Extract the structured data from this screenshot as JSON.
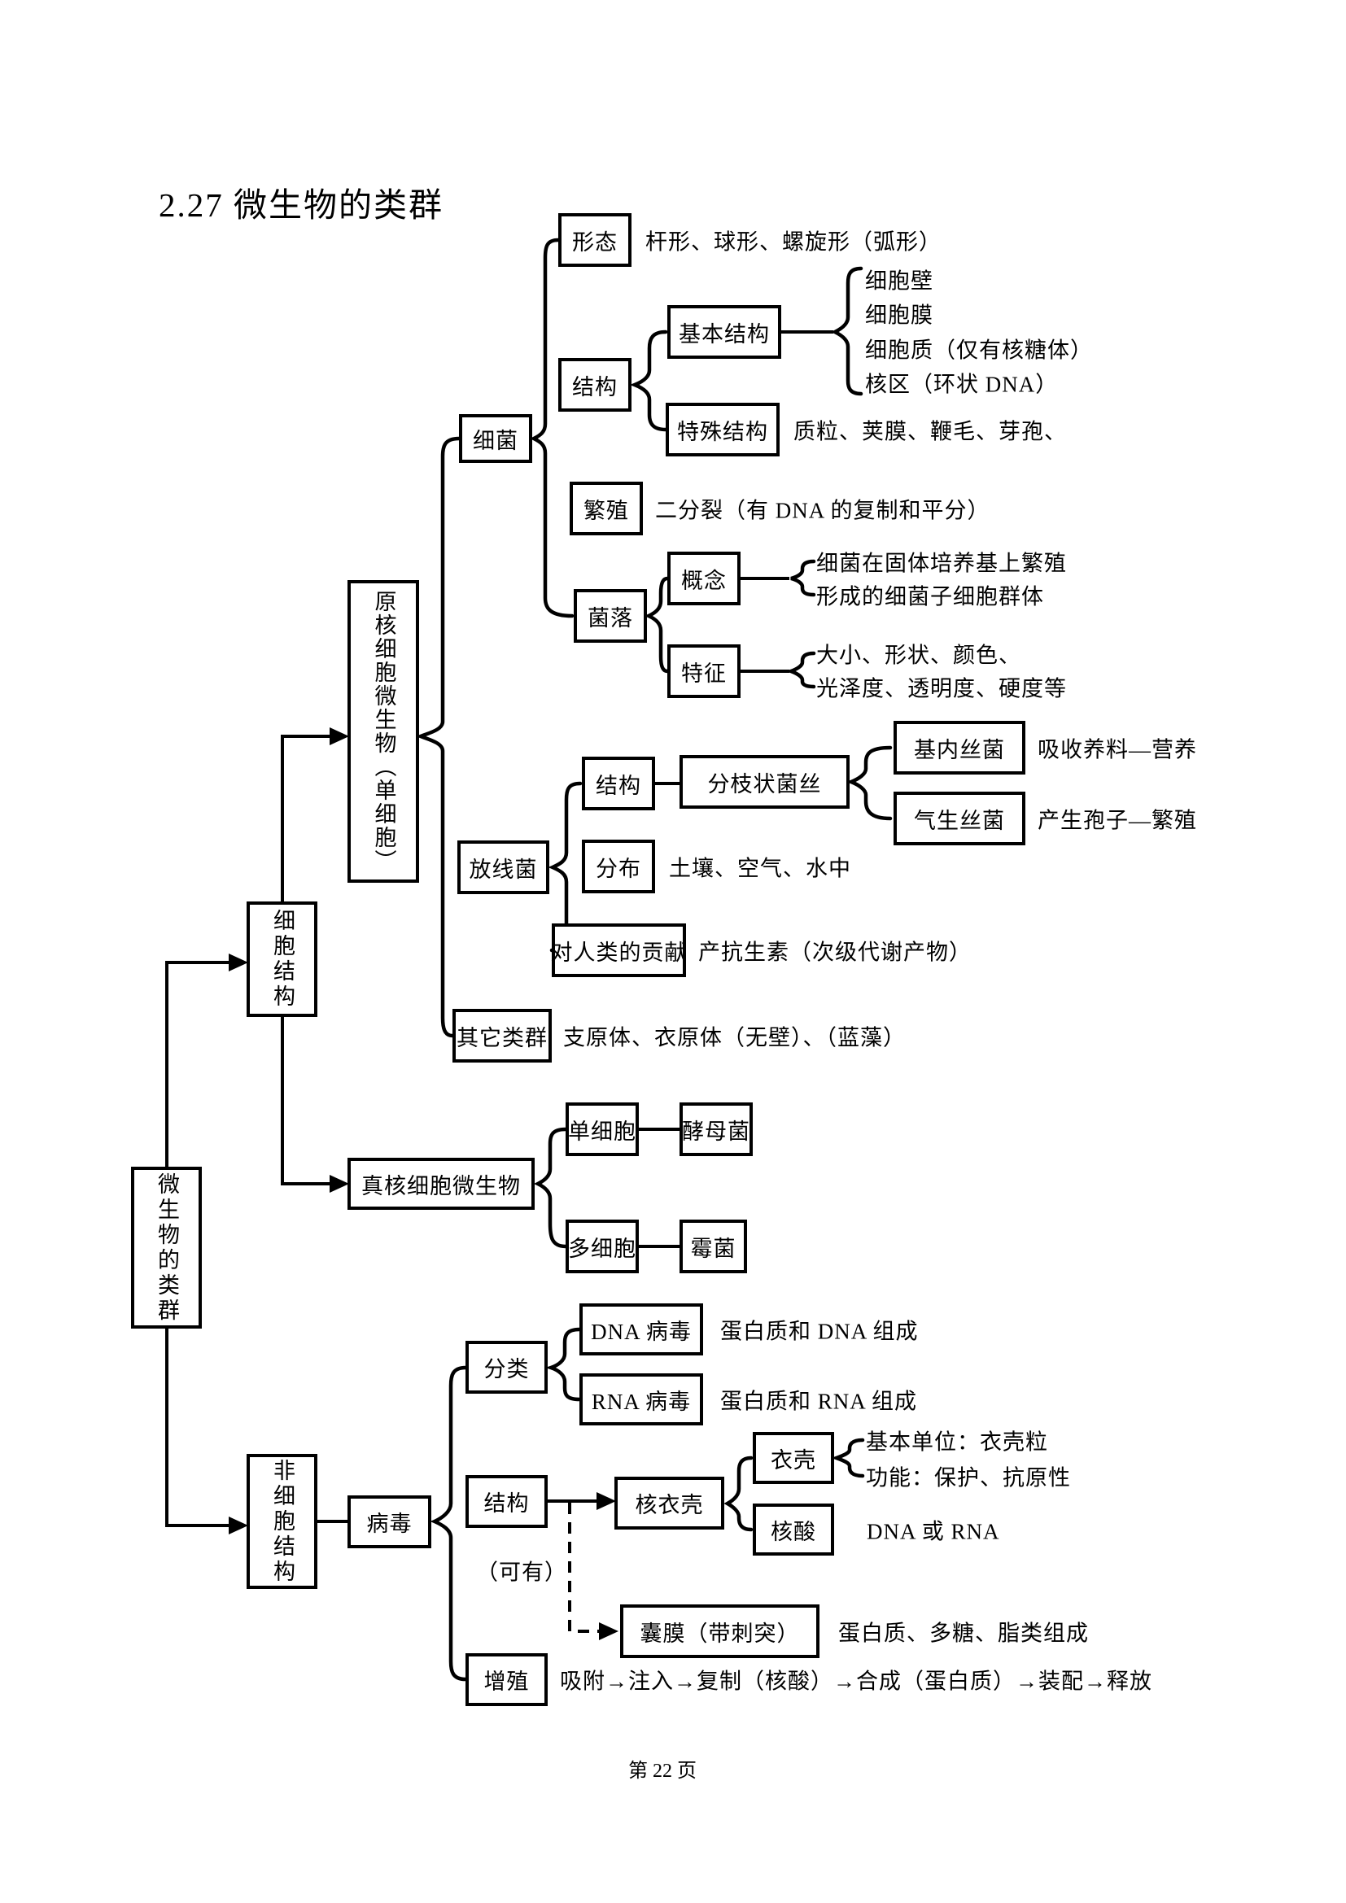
{
  "page": {
    "title": "2.27 微生物的类群",
    "footer": "第 22 页"
  },
  "root": {
    "label": "微生物的类群"
  },
  "level1": {
    "cell": {
      "label": "细胞结构"
    },
    "noncell": {
      "label": "非细胞结构"
    }
  },
  "prokaryote": {
    "label": "原核细胞微生物（单细胞）"
  },
  "bacteria": {
    "label": "细菌",
    "morphology": {
      "label": "形态",
      "note": "杆形、球形、螺旋形（弧形）"
    },
    "structure": {
      "label": "结构",
      "basic": {
        "label": "基本结构",
        "items": [
          "细胞壁",
          "细胞膜",
          "细胞质（仅有核糖体）",
          "核区（环状 DNA）"
        ]
      },
      "special": {
        "label": "特殊结构",
        "note": "质粒、荚膜、鞭毛、芽孢、"
      }
    },
    "reproduction": {
      "label": "繁殖",
      "note": "二分裂（有 DNA 的复制和平分）"
    },
    "colony": {
      "label": "菌落",
      "concept": {
        "label": "概念",
        "lines": [
          "细菌在固体培养基上繁殖",
          "形成的细菌子细胞群体"
        ]
      },
      "features": {
        "label": "特征",
        "lines": [
          "大小、形状、颜色、",
          "光泽度、透明度、硬度等"
        ]
      }
    }
  },
  "actinomycete": {
    "label": "放线菌",
    "structure": {
      "label": "结构",
      "hypha": {
        "label": "分枝状菌丝",
        "substrate": {
          "label": "基内丝菌",
          "note": "吸收养料—营养"
        },
        "aerial": {
          "label": "气生丝菌",
          "note": "产生孢子—繁殖"
        }
      }
    },
    "distribution": {
      "label": "分布",
      "note": "土壤、空气、水中"
    },
    "contribution": {
      "label": "对人类的贡献",
      "note": "产抗生素（次级代谢产物）"
    }
  },
  "others": {
    "label": "其它类群",
    "note": "支原体、衣原体（无壁）、（蓝藻）"
  },
  "eukaryote": {
    "label": "真核细胞微生物",
    "unicell": {
      "label": "单细胞",
      "example": "酵母菌"
    },
    "multicell": {
      "label": "多细胞",
      "example": "霉菌"
    }
  },
  "virus": {
    "label": "病毒",
    "classification": {
      "label": "分类",
      "dna": {
        "label": "DNA 病毒",
        "note": "蛋白质和 DNA 组成"
      },
      "rna": {
        "label": "RNA 病毒",
        "note": "蛋白质和 RNA 组成"
      }
    },
    "structure": {
      "label": "结构",
      "optional_note": "（可有）",
      "nucleocapsid": {
        "label": "核衣壳",
        "capsid": {
          "label": "衣壳",
          "lines": [
            "基本单位：衣壳粒",
            "功能：保护、抗原性"
          ]
        },
        "nucleic": {
          "label": "核酸",
          "note": "DNA 或 RNA"
        }
      },
      "envelope": {
        "label": "囊膜（带刺突）",
        "note": "蛋白质、多糖、脂类组成"
      }
    },
    "proliferation": {
      "label": "增殖",
      "note": "吸附→注入→复制（核酸）→合成（蛋白质）→装配→释放"
    }
  }
}
